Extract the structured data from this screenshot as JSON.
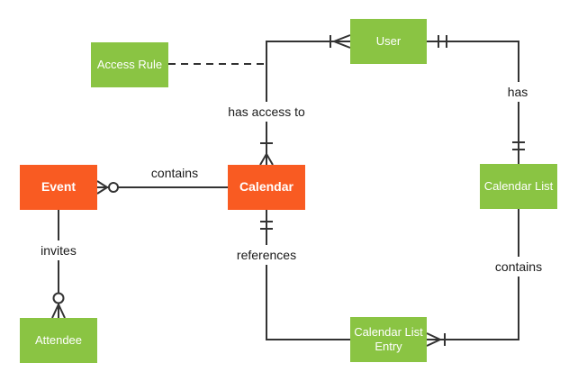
{
  "diagram": {
    "type": "entity-relationship",
    "background_color": "#ffffff",
    "line_color": "#333333",
    "entity_text_color": "#ffffff",
    "label_text_color": "#1a1a1a",
    "entity_green_color": "#8AC443",
    "entity_orange_color": "#F95B22"
  },
  "entities": {
    "access_rule": {
      "label": "Access Rule",
      "color": "#8AC443"
    },
    "user": {
      "label": "User",
      "color": "#8AC443"
    },
    "event": {
      "label": "Event",
      "color": "#F95B22"
    },
    "calendar": {
      "label": "Calendar",
      "color": "#F95B22"
    },
    "calendar_list": {
      "label": "Calendar List",
      "color": "#8AC443"
    },
    "attendee": {
      "label": "Attendee",
      "color": "#8AC443"
    },
    "calendar_list_entry": {
      "label": "Calendar List Entry",
      "color": "#8AC443"
    }
  },
  "relationships": {
    "contains_event_calendar": {
      "label": "contains",
      "from": "Event",
      "to": "Calendar",
      "event_end_cardinality": "zero-or-many"
    },
    "has_access_to": {
      "label": "has access to",
      "from": "Calendar",
      "to": "User",
      "calendar_end_cardinality": "one-or-many",
      "user_end_cardinality": "one-or-many"
    },
    "has": {
      "label": "has",
      "from": "User",
      "to": "Calendar List",
      "user_end_cardinality": "one-and-only-one",
      "calendar_list_end_cardinality": "one-and-only-one"
    },
    "references": {
      "label": "references",
      "from": "Calendar",
      "to": "Calendar List Entry",
      "calendar_end_cardinality": "one-and-only-one"
    },
    "contains_list_entry": {
      "label": "contains",
      "from": "Calendar List",
      "to": "Calendar List Entry",
      "entry_end_cardinality": "one-or-many"
    },
    "invites": {
      "label": "invites",
      "from": "Event",
      "to": "Attendee",
      "attendee_end_cardinality": "zero-or-many"
    },
    "access_rule_link": {
      "label": "",
      "style": "dashed",
      "from": "Access Rule",
      "to": "has access to"
    }
  }
}
